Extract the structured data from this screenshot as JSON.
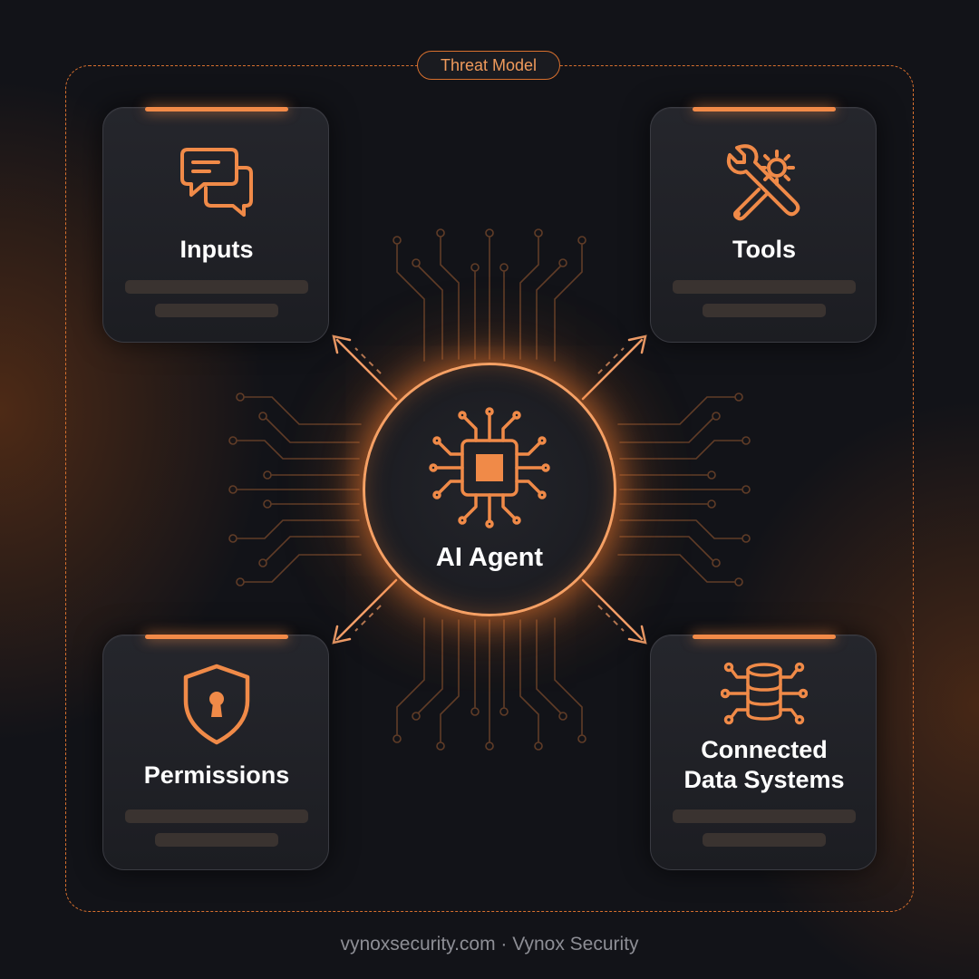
{
  "diagram": {
    "frame_label": "Threat Model",
    "hub": {
      "label": "AI Agent",
      "icon": "cpu-chip-icon"
    },
    "nodes": {
      "inputs": {
        "label": "Inputs",
        "icon": "chat-bubbles-icon"
      },
      "tools": {
        "label": "Tools",
        "icon": "wrench-gear-icon"
      },
      "permissions": {
        "label": "Permissions",
        "icon": "shield-keyhole-icon"
      },
      "data_systems": {
        "label_line1": "Connected",
        "label_line2": "Data Systems",
        "icon": "database-network-icon"
      }
    }
  },
  "footer": {
    "text": "vynoxsecurity.com · Vynox Security"
  },
  "colors": {
    "accent": "#f28a48",
    "background": "#121318",
    "card": "#202127",
    "text": "#ffffff",
    "muted_text": "#8d8e95"
  }
}
